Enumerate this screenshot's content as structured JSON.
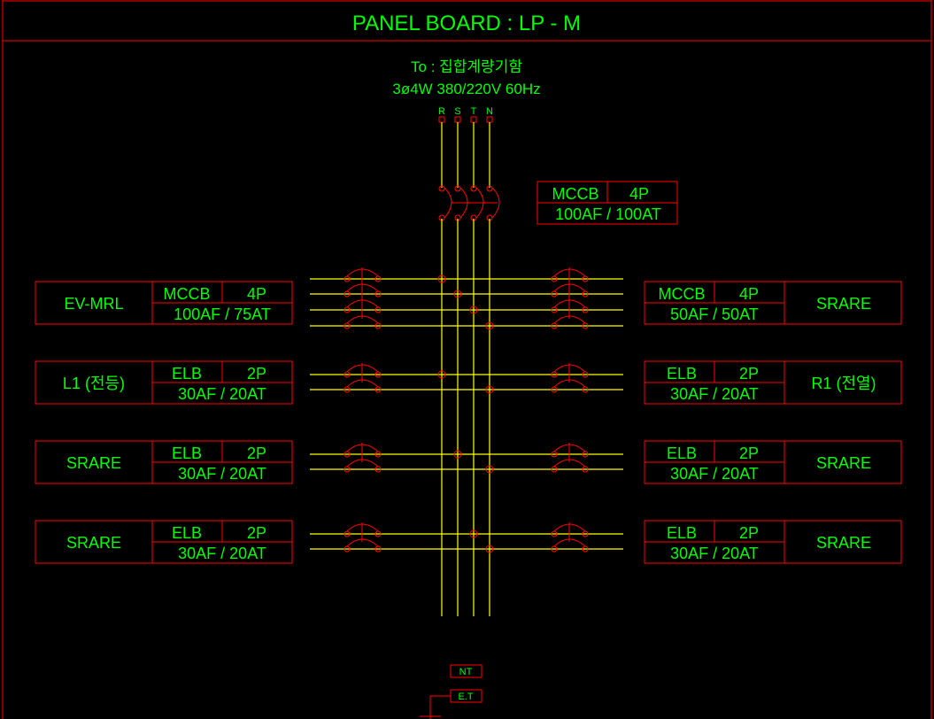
{
  "title": "PANEL BOARD : LP - M",
  "source": {
    "to_label": "To : 집합계량기함",
    "supply": "3ø4W 380/220V 60Hz",
    "phases": [
      "R",
      "S",
      "T",
      "N"
    ]
  },
  "main_breaker": {
    "type": "MCCB",
    "poles": "4P",
    "rating": "100AF / 100AT"
  },
  "circuits_left": [
    {
      "load": "EV-MRL",
      "type": "MCCB",
      "poles": "4P",
      "rating": "100AF / 75AT"
    },
    {
      "load": "L1 (전등)",
      "type": "ELB",
      "poles": "2P",
      "rating": "30AF / 20AT"
    },
    {
      "load": "SRARE",
      "type": "ELB",
      "poles": "2P",
      "rating": "30AF / 20AT"
    },
    {
      "load": "SRARE",
      "type": "ELB",
      "poles": "2P",
      "rating": "30AF / 20AT"
    }
  ],
  "circuits_right": [
    {
      "load": "SRARE",
      "type": "MCCB",
      "poles": "4P",
      "rating": "50AF / 50AT"
    },
    {
      "load": "R1 (전열)",
      "type": "ELB",
      "poles": "2P",
      "rating": "30AF / 20AT"
    },
    {
      "load": "SRARE",
      "type": "ELB",
      "poles": "2P",
      "rating": "30AF / 20AT"
    },
    {
      "load": "SRARE",
      "type": "ELB",
      "poles": "2P",
      "rating": "30AF / 20AT"
    }
  ],
  "terminals": {
    "neutral": "NT",
    "earth": "E.T"
  },
  "colors": {
    "text": "#00ff00",
    "frame": "#ff0000",
    "bus": "#ffff00",
    "background": "#000000"
  }
}
